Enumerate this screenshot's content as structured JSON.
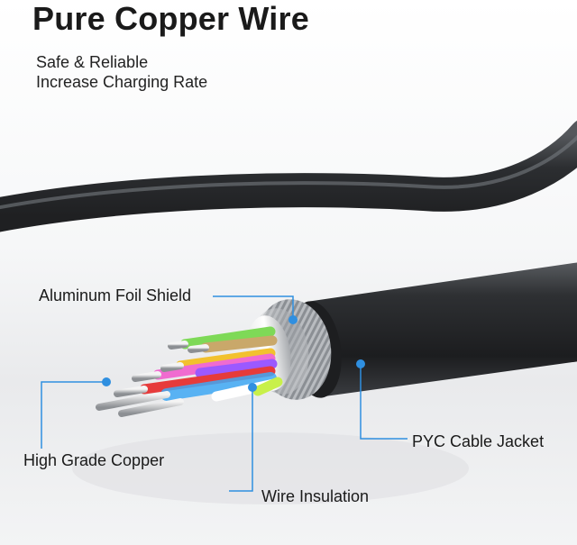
{
  "header": {
    "title": "Pure Copper Wire",
    "features": [
      "Safe & Reliable",
      "Increase Charging Rate"
    ]
  },
  "callouts": {
    "foil_shield": "Aluminum Foil Shield",
    "copper": "High Grade Copper",
    "insulation": "Wire Insulation",
    "jacket": "PYC Cable Jacket"
  },
  "colors": {
    "callout_line": "#2f8fe0",
    "cable": "#2b2d30",
    "wire_colors": [
      "#7ed957",
      "#c9a86a",
      "#f06bd0",
      "#e63b3b",
      "#f2c12e",
      "#9b59ff",
      "#3fa9f5",
      "#ffffff",
      "#c8f04a"
    ]
  }
}
